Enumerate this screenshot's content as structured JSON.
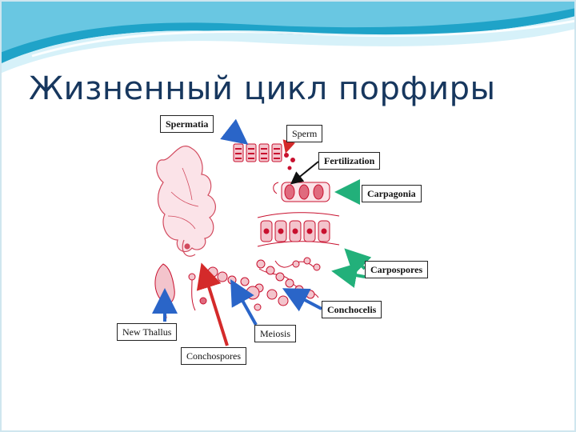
{
  "slide": {
    "title": "Жизненный цикл порфиры",
    "colors": {
      "title": "#17375e",
      "band_dark": "#1fa3c8",
      "band_light": "#a9dff0",
      "arrow_blue": "#2a65c8",
      "arrow_red": "#d42a2a",
      "arrow_green": "#22b07a",
      "cell_red": "#c8102e"
    }
  },
  "diagram": {
    "labels": {
      "spermatia": "Spermatia",
      "sperm": "Sperm",
      "fertilization": "Fertilization",
      "carpogonia": "Carpagonia",
      "carpospores": "Carpospores",
      "conchocelis": "Conchocelis",
      "meiosis": "Meiosis",
      "new_thallus": "New Thallus",
      "conchospores": "Conchospores"
    }
  }
}
